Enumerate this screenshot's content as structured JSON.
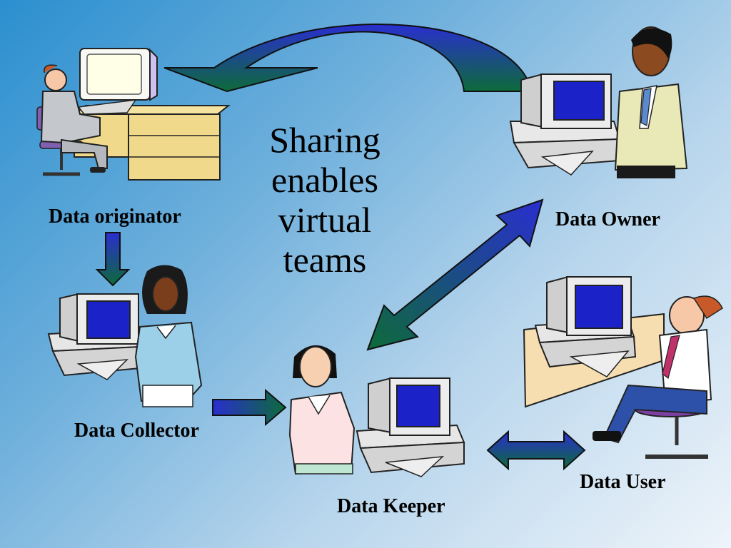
{
  "center_text": [
    "Sharing",
    "enables",
    "virtual",
    "teams"
  ],
  "roles": {
    "originator": "Data originator",
    "owner": "Data Owner",
    "collector": "Data Collector",
    "keeper": "Data Keeper",
    "user": "Data User"
  },
  "colors": {
    "background_start": "#2b8fcf",
    "background_end": "#eef4fa",
    "arrow_blue": "#2a2ed0",
    "arrow_green": "#0d6b3a",
    "screen_blue": "#1a22c8",
    "desk": "#f3dd8f"
  }
}
